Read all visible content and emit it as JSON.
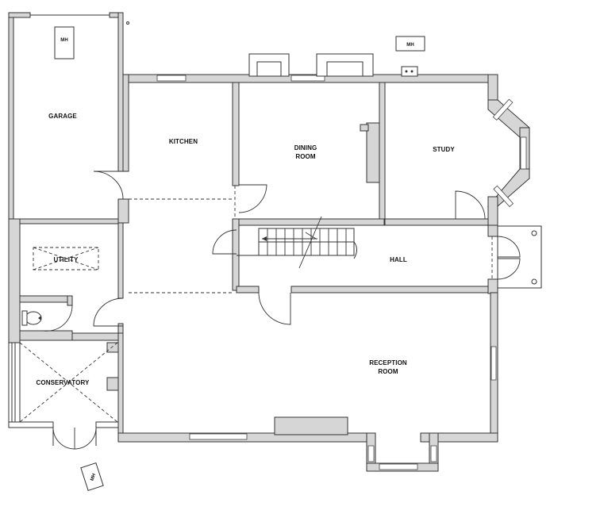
{
  "rooms": {
    "garage": "GARAGE",
    "kitchen": "KITCHEN",
    "dining_line1": "DINING",
    "dining_line2": "ROOM",
    "study": "STUDY",
    "utility": "UTILITY",
    "hall": "HALL",
    "conservatory": "CONSERVATORY",
    "reception_line1": "RECEPTION",
    "reception_line2": "ROOM"
  },
  "symbols": {
    "mh_garage": "MH",
    "mh_top": "MH",
    "mh_bottom": "MH"
  },
  "colors": {
    "wall_fill": "#d6d6d6",
    "line": "#333333",
    "background": "#ffffff"
  }
}
